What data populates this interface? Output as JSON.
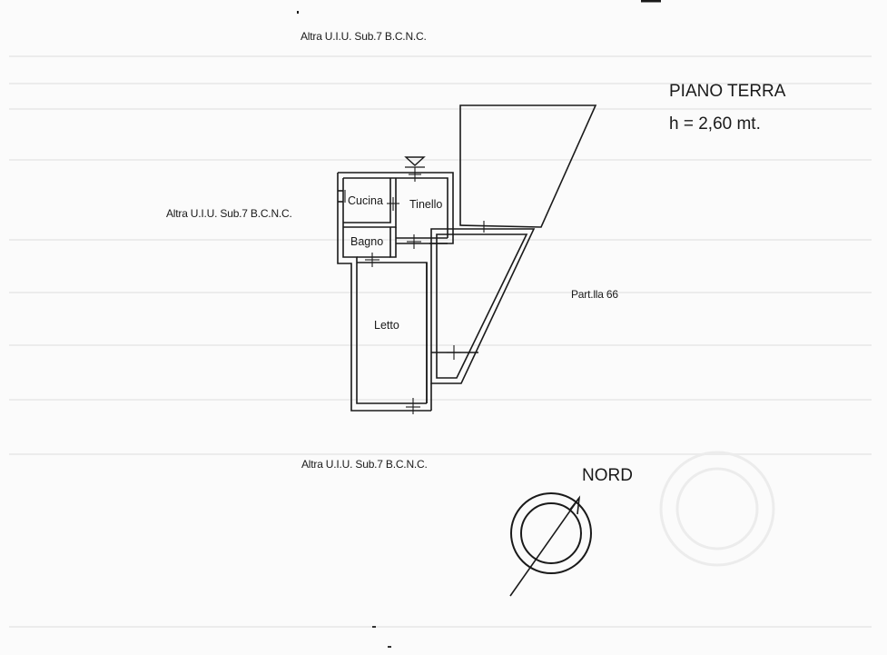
{
  "labels": {
    "neighbor_top": "Altra U.I.U. Sub.7 B.C.N.C.",
    "neighbor_left": "Altra U.I.U. Sub.7 B.C.N.C.",
    "neighbor_bottom": "Altra U.I.U. Sub.7 B.C.N.C.",
    "parcel": "Part.lla 66",
    "floor_name": "PIANO TERRA",
    "floor_height": "h = 2,60 mt.",
    "north": "NORD"
  },
  "rooms": {
    "kitchen": "Cucina",
    "dining": "Tinello",
    "bathroom": "Bagno",
    "bedroom": "Letto"
  },
  "colors": {
    "ink": "#1a1a1a",
    "paper": "#fbfbfb",
    "faded": "#e6e6e6"
  }
}
